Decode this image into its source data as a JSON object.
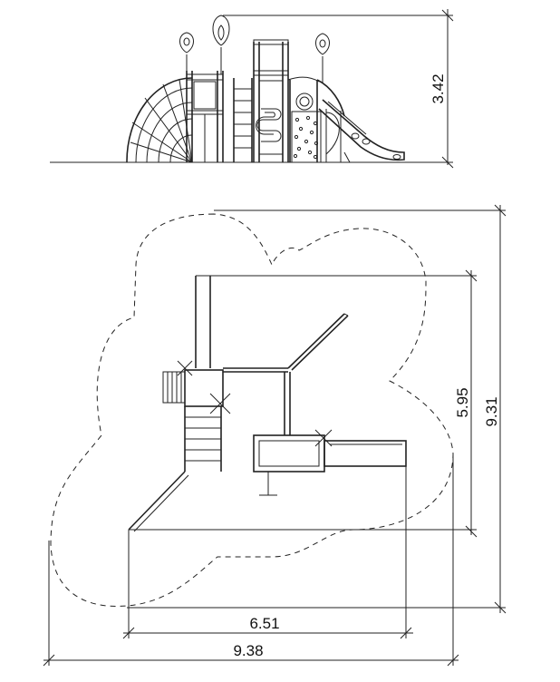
{
  "dimensions": {
    "elevation_height": "3.42",
    "plan_inner_depth": "5.95",
    "plan_outer_depth": "9.31",
    "plan_inner_width": "6.51",
    "plan_outer_width": "9.38"
  },
  "colors": {
    "line": "#222222",
    "background": "#ffffff"
  }
}
